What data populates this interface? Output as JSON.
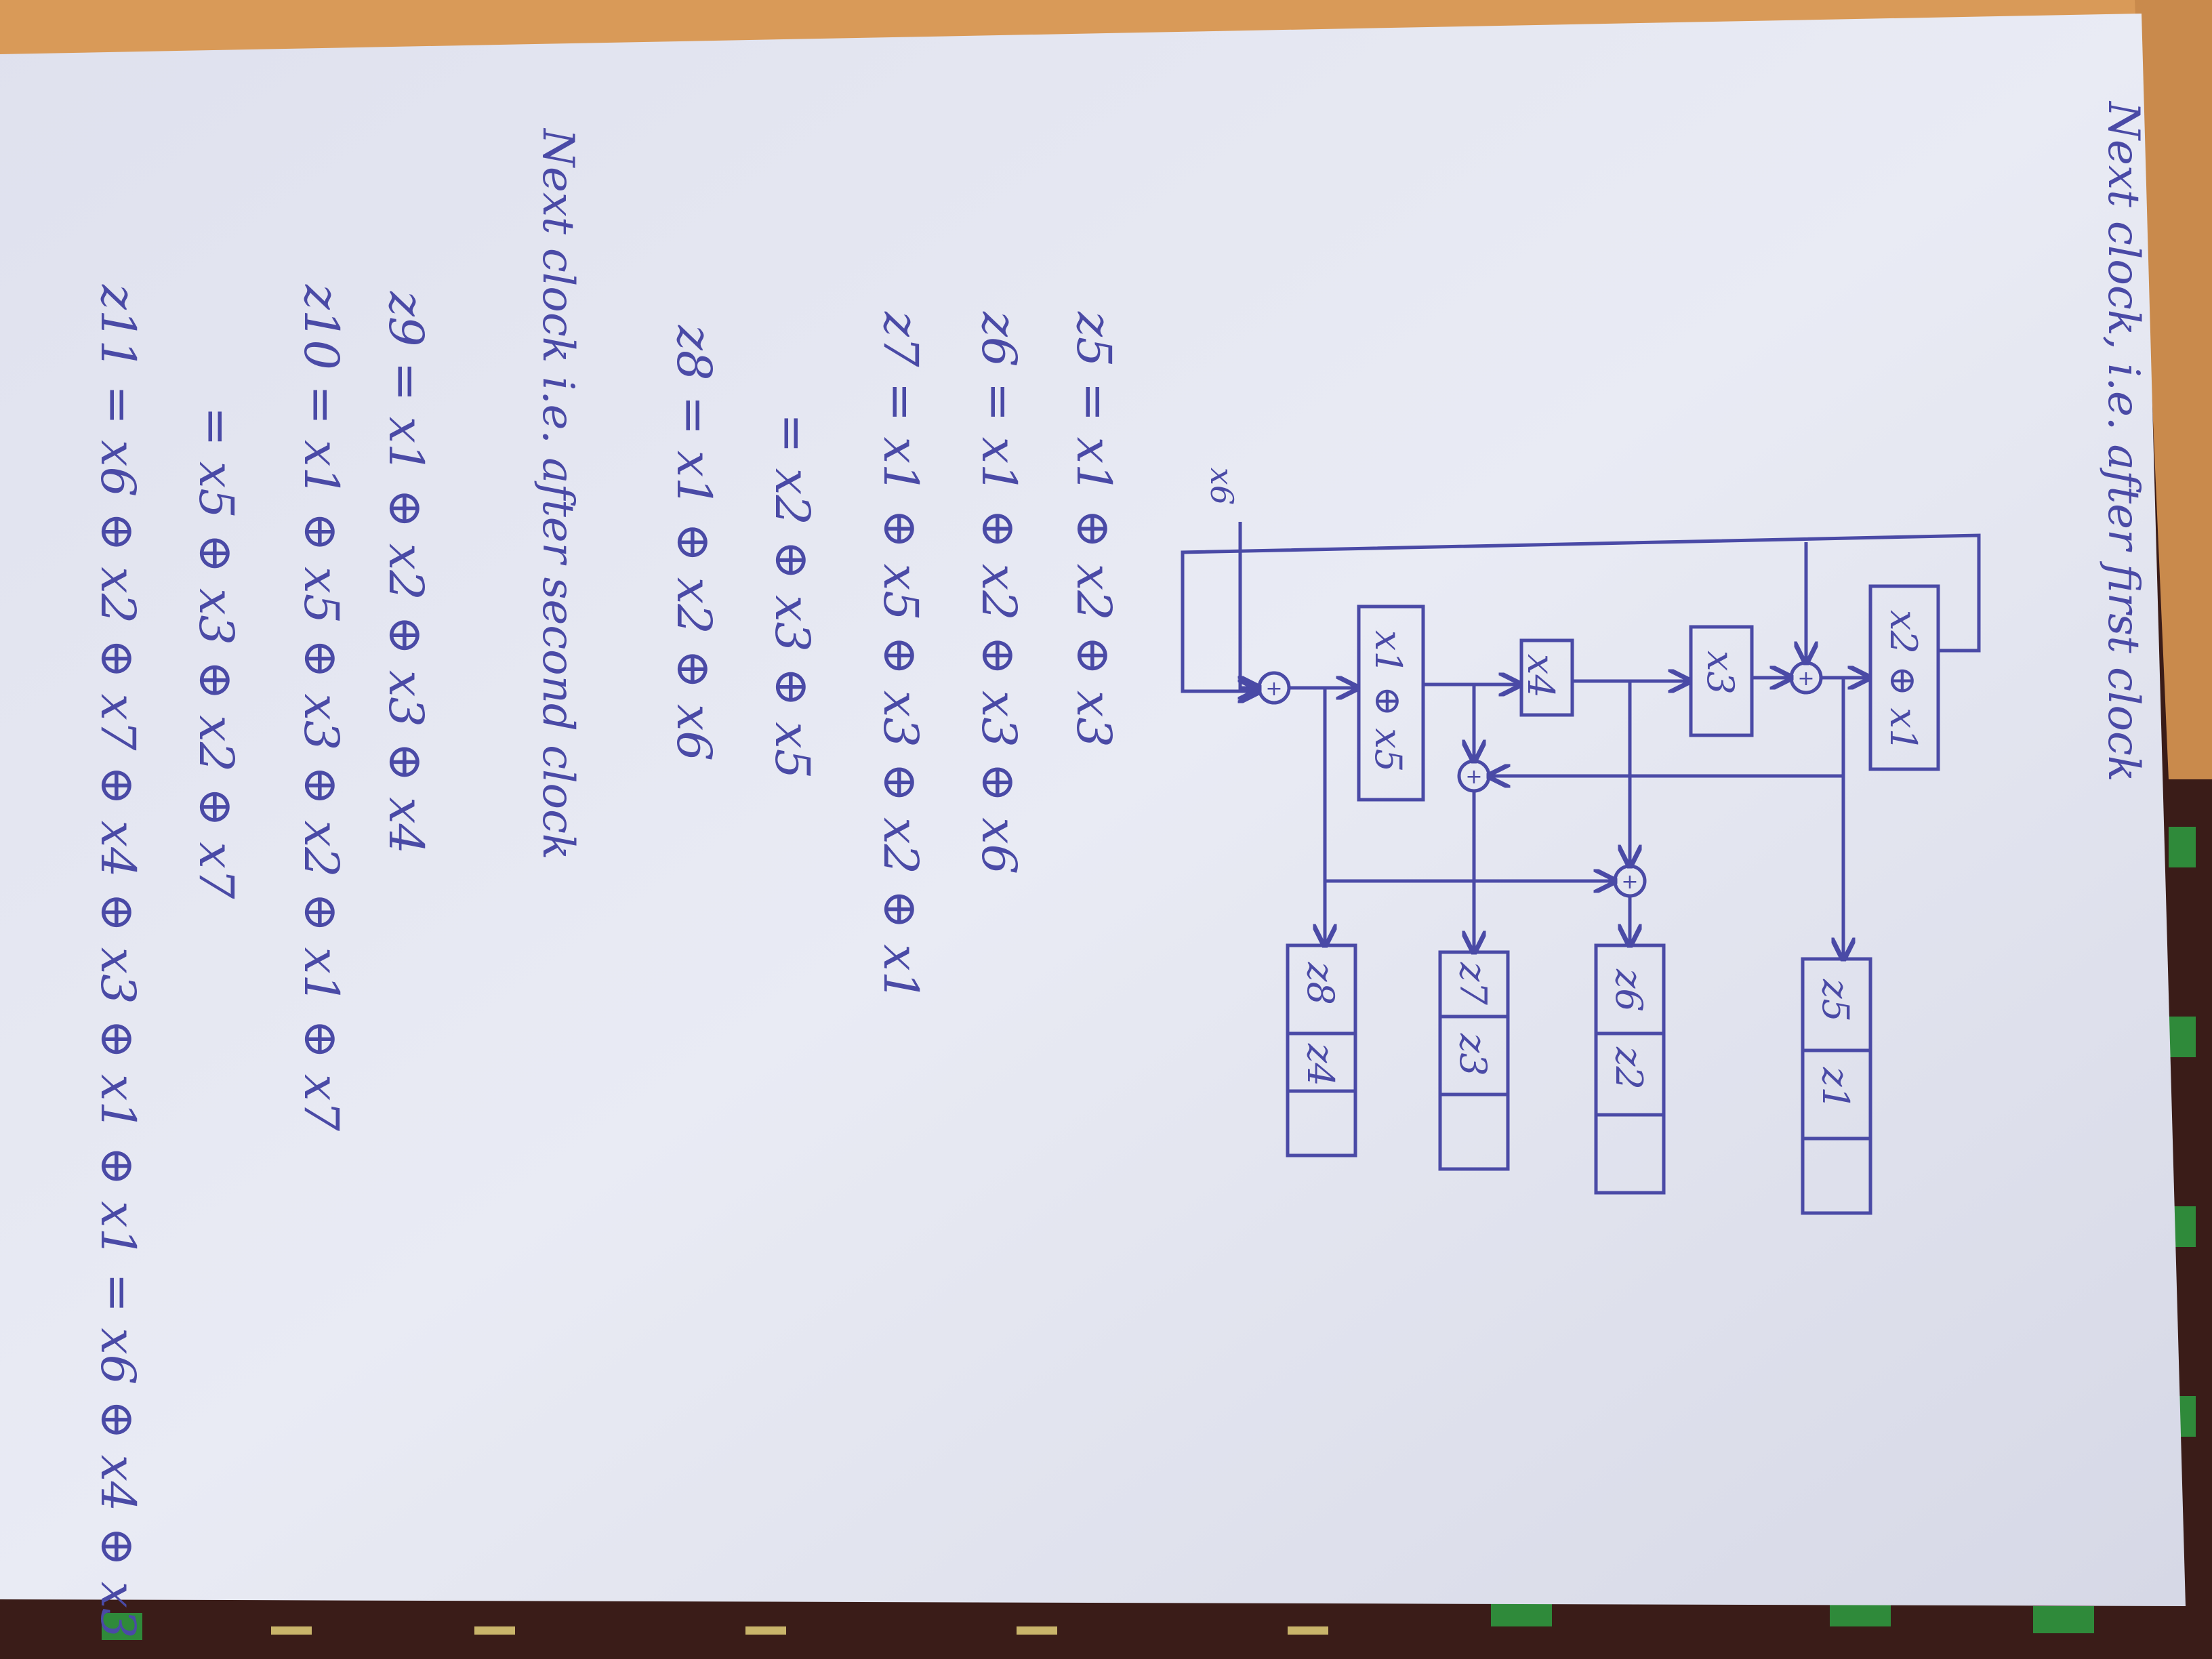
{
  "photo": {
    "subject": "handwritten notes on paper",
    "colors": {
      "paper": "#e6e8f2",
      "ink": "#4a4aa6",
      "fabric_top": "#d99a58",
      "fabric_bottom": "#3a1c18",
      "fabric_green": "#2f8a3a"
    }
  },
  "notes": {
    "heading_1": "Next clock, i.e. after first clock",
    "heading_2": "Next clock i.e. after second clock",
    "eq_z5": "z5 = x1 ⊕ x2 ⊕ x3",
    "eq_z6": "z6 = x1 ⊕ x2 ⊕ x3 ⊕ x6",
    "eq_z7": "z7 = x1 ⊕ x5 ⊕ x3 ⊕ x2 ⊕ x1",
    "eq_z7b": "= x2 ⊕ x3 ⊕ x5",
    "eq_z8": "z8 = x1 ⊕ x2 ⊕ x6",
    "eq_z9": "z9 = x1 ⊕ x2 ⊕ x3 ⊕ x4",
    "eq_z10": "z10 = x1 ⊕ x5 ⊕ x3 ⊕ x2 ⊕ x1 ⊕ x7",
    "eq_z10b": "= x5 ⊕ x3 ⊕ x2 ⊕ x7",
    "eq_z11": "z11 = x6 ⊕ x2 ⊕ x7 ⊕ x4 ⊕ x3 ⊕ x1 ⊕ x1 = x6 ⊕ x4 ⊕ x3"
  },
  "diagram": {
    "input_label": "x6",
    "reg_a": "x1 ⊕ x5",
    "reg_b": "x4",
    "reg_c": "x3",
    "reg_d": "x2 ⊕ x1",
    "xor_symbol": "+",
    "outputs": [
      {
        "top": "z8",
        "bottom": "z4"
      },
      {
        "top": "z7",
        "bottom": "z3"
      },
      {
        "top": "z6",
        "bottom": "z2"
      },
      {
        "top": "z5",
        "bottom": "z1"
      }
    ]
  }
}
